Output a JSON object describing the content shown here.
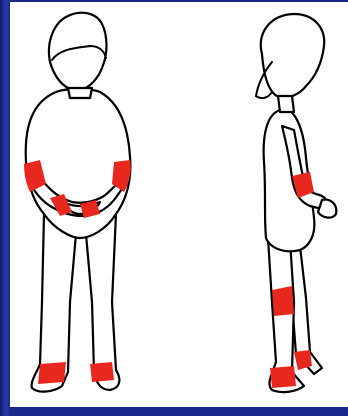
{
  "figure": {
    "background_color": "#1a2a8c",
    "panel_color": "#ffffff",
    "outline_color": "#000000",
    "highlight_color": "#e8281e",
    "views": [
      {
        "name": "front-view",
        "highlighted_regions": [
          "left-elbow",
          "right-elbow",
          "left-wrist",
          "right-wrist",
          "left-ankle",
          "right-ankle"
        ]
      },
      {
        "name": "side-view",
        "highlighted_regions": [
          "elbow",
          "knee",
          "front-ankle",
          "back-ankle"
        ]
      }
    ]
  }
}
